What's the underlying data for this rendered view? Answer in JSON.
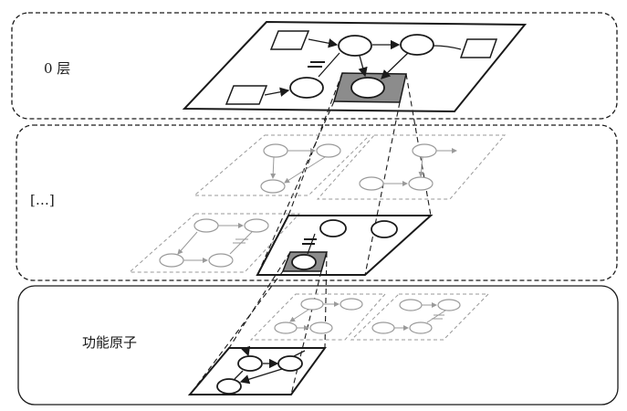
{
  "layers": [
    {
      "id": "top",
      "label": "0 层"
    },
    {
      "id": "middle",
      "label": "[…]"
    },
    {
      "id": "bottom",
      "label": "功能原子"
    }
  ],
  "colors": {
    "ink": "#1a1a1a",
    "faint": "#9a9a9a",
    "highlight": "#8c8c8c",
    "background": "#ffffff"
  }
}
